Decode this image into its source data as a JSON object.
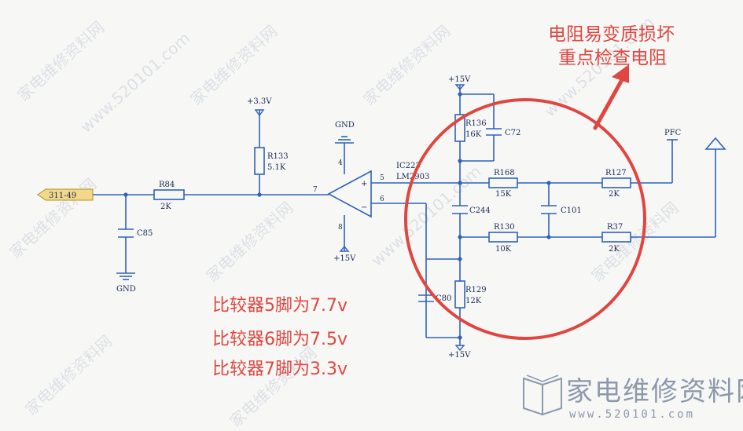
{
  "input_tag": "311-49",
  "labels": {
    "gnd_left": "GND",
    "gnd_top": "GND",
    "v33": "+3.3V",
    "v15_top": "+15V",
    "v15_ic": "+15V",
    "v15_bottom": "+15V",
    "pfc": "PFC",
    "ic_name": "IC223",
    "ic_part": "LM2903",
    "pin4": "4",
    "pin5": "5",
    "pin6": "6",
    "pin7": "7",
    "pin8": "8",
    "plus": "+",
    "minus": "−"
  },
  "components": {
    "R84": {
      "name": "R84",
      "value": "2K"
    },
    "R133": {
      "name": "R133",
      "value": "5.1K"
    },
    "C85": {
      "name": "C85"
    },
    "R136": {
      "name": "R136",
      "value": "16K"
    },
    "C72": {
      "name": "C72"
    },
    "R168": {
      "name": "R168",
      "value": "15K"
    },
    "R127": {
      "name": "R127",
      "value": "2K"
    },
    "C244": {
      "name": "C244"
    },
    "C101": {
      "name": "C101"
    },
    "R130": {
      "name": "R130",
      "value": "10K"
    },
    "R37": {
      "name": "R37",
      "value": "2K"
    },
    "R129": {
      "name": "R129",
      "value": "12K"
    },
    "C80": {
      "name": "C80"
    }
  },
  "warning": {
    "line1": "电阻易变质损坏",
    "line2": "重点检查电阻"
  },
  "notes": [
    "比较器5脚为7.7v",
    "比较器6脚为7.5v",
    "比较器7脚为3.3v"
  ],
  "watermark": {
    "text": "家电维修资料网",
    "url": "www.520101.com"
  },
  "logo": {
    "title": "家电维修资料网",
    "url": "www.520101.com"
  },
  "colors": {
    "wire": "#2f62b8",
    "annotation": "#e0463f",
    "logo": "#8d98ac"
  }
}
